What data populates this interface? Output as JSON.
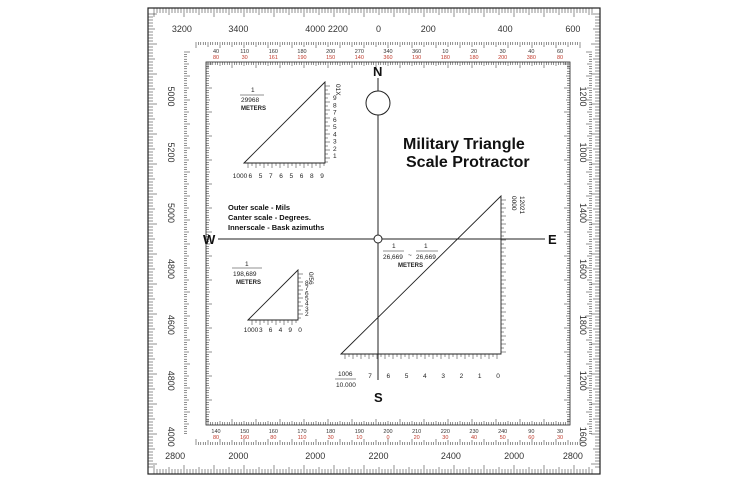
{
  "title_lines": [
    "Military Triangle",
    "Scale Protractor"
  ],
  "legend_lines": [
    "Outer scale - Mils",
    "Canter scale - Degrees.",
    "Innerscale - Bask azimuths"
  ],
  "cardinals": {
    "n": "N",
    "s": "S",
    "e": "E",
    "w": "W"
  },
  "outer_top_labels": [
    {
      "t": "3200",
      "pos": 0.075
    },
    {
      "t": "3400",
      "pos": 0.2
    },
    {
      "t": "4000",
      "pos": 0.37
    },
    {
      "t": "2200",
      "pos": 0.42
    },
    {
      "t": "0",
      "pos": 0.51
    },
    {
      "t": "200",
      "pos": 0.62
    },
    {
      "t": "400",
      "pos": 0.79
    },
    {
      "t": "600",
      "pos": 0.94
    }
  ],
  "outer_bottom_labels": [
    {
      "t": "2800",
      "pos": 0.06
    },
    {
      "t": "2000",
      "pos": 0.2
    },
    {
      "t": "2000",
      "pos": 0.37
    },
    {
      "t": "2200",
      "pos": 0.51
    },
    {
      "t": "2400",
      "pos": 0.67
    },
    {
      "t": "2000",
      "pos": 0.81
    },
    {
      "t": "2800",
      "pos": 0.94
    }
  ],
  "outer_left_labels": [
    {
      "t": "5000",
      "pos": 0.19
    },
    {
      "t": "5200",
      "pos": 0.31
    },
    {
      "t": "5000",
      "pos": 0.44
    },
    {
      "t": "4800",
      "pos": 0.56
    },
    {
      "t": "4600",
      "pos": 0.68
    },
    {
      "t": "4800",
      "pos": 0.8
    },
    {
      "t": "4000",
      "pos": 0.92
    }
  ],
  "outer_right_labels": [
    {
      "t": "1200",
      "pos": 0.19
    },
    {
      "t": "1000",
      "pos": 0.31
    },
    {
      "t": "1400",
      "pos": 0.44
    },
    {
      "t": "1600",
      "pos": 0.56
    },
    {
      "t": "1800",
      "pos": 0.68
    },
    {
      "t": "1200",
      "pos": 0.8
    },
    {
      "t": "1600",
      "pos": 0.92
    }
  ],
  "degree_top": [
    "40",
    "110",
    "160",
    "180",
    "200",
    "270",
    "340",
    "360",
    "10",
    "20",
    "30",
    "40",
    "60"
  ],
  "back_top": [
    "80",
    "30",
    "161",
    "190",
    "150",
    "140",
    "360",
    "190",
    "180",
    "180",
    "200",
    "380",
    "80"
  ],
  "degree_bottom": [
    "140",
    "150",
    "160",
    "170",
    "180",
    "190",
    "200",
    "210",
    "220",
    "230",
    "240",
    "90",
    "30"
  ],
  "back_bottom": [
    "80",
    "160",
    "80",
    "110",
    "30",
    "10",
    "0",
    "20",
    "30",
    "40",
    "50",
    "60",
    "30"
  ],
  "upper_left_triangle": {
    "scale_top": "1",
    "scale_value": "29968",
    "unit": "METERS",
    "side_scale_label": "01X",
    "side_ticks": [
      "9",
      "8",
      "7",
      "6",
      "5",
      "4",
      "3",
      "2",
      "1"
    ],
    "base_ticks": [
      "1000",
      "6",
      "5",
      "7",
      "6",
      "5",
      "6",
      "8",
      "9"
    ]
  },
  "lower_left_triangle": {
    "scale_top": "1",
    "scale_value": "198,689",
    "unit": "METERS",
    "side_scale_label": "0/56",
    "side_ticks": [
      "8",
      "7",
      "6",
      "5",
      "4",
      "3",
      "2"
    ],
    "base_ticks": [
      "1000",
      "3",
      "6",
      "4",
      "9",
      "0"
    ]
  },
  "center_scale": {
    "left_top": "1",
    "left_value": "26,669",
    "right_top": "1",
    "right_value": "26,669",
    "unit": "METERS"
  },
  "large_triangle": {
    "side_label": "0000",
    "side_label2": "12021",
    "base_ticks": [
      "7",
      "6",
      "5",
      "4",
      "3",
      "2",
      "1",
      "0"
    ],
    "scale_label": "1006",
    "scale_label2": "10.000"
  },
  "colors": {
    "ink": "#1a1a1a",
    "back_azimuth": "#c0392b",
    "plate": "#ffffff"
  }
}
